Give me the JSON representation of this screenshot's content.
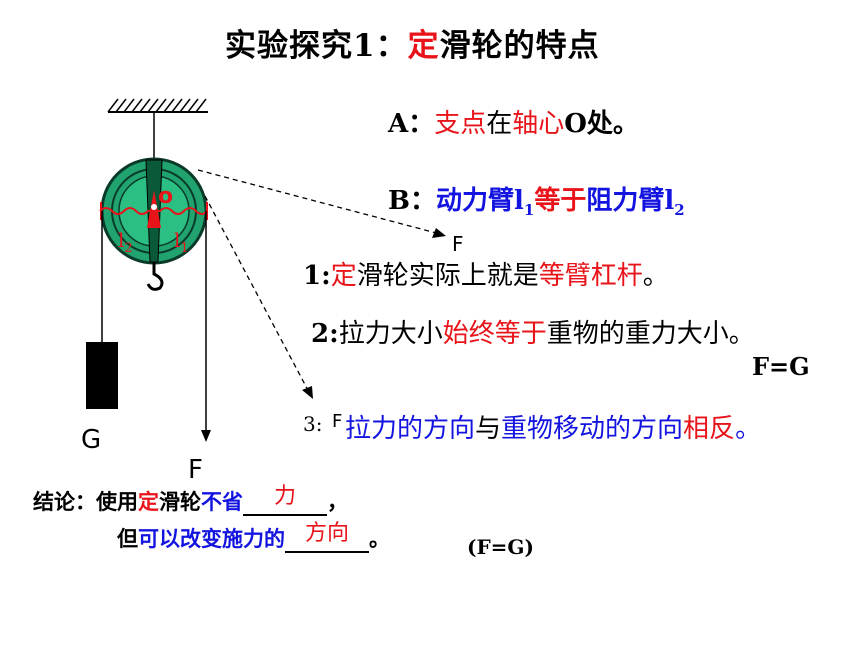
{
  "title": {
    "part1": "实验探究1：",
    "part2": "定",
    "part3": "滑轮的特点"
  },
  "point_a": {
    "label": "A：",
    "red1": "支点",
    "black1": "在",
    "red2": "轴心",
    "black2": "O处。"
  },
  "point_b": {
    "label": "B：",
    "blue1": "动力臂l",
    "sub1": "1",
    "red1": "等于",
    "blue2": "阻力臂l",
    "sub2": "2"
  },
  "diagram": {
    "center_label": "o",
    "l1_label": "l",
    "l1_sub": "1",
    "l2_label": "l",
    "l2_sub": "2",
    "g_label": "G",
    "f_down_label": "F",
    "f_mid_label": "F",
    "f_low_label": "F"
  },
  "conclusions": {
    "c1_num": "1:",
    "c1_red1": "定",
    "c1_black1": "滑轮实际上就是",
    "c1_red2": "等臂杠杆",
    "c1_black2": "。",
    "c2_num": "2:",
    "c2_black1": "拉力大小",
    "c2_red1": "始终等于",
    "c2_black2": "重物的重力大小。",
    "c2_formula": "F=G",
    "c3_num": "3:",
    "c3_blue1": "拉力的方向",
    "c3_black1": "与",
    "c3_blue2": "重物移动的方向",
    "c3_red1": "相反",
    "c3_blue3": "。"
  },
  "summary": {
    "label": "结论：",
    "line1_black1": "使用",
    "line1_red1": "定",
    "line1_black2": "滑轮",
    "line1_blue1": "不省",
    "blank1_answer": "力",
    "line1_end": "，",
    "line2_black1": "但",
    "line2_blue1": "可以改变施力的",
    "blank2_answer": "方向",
    "line2_end": "。",
    "formula": "(F=G)"
  },
  "colors": {
    "red": "#e8141a",
    "blue": "#1414e0",
    "wheel_fill": "#20a36e",
    "wheel_dark": "#0a5a3a"
  }
}
